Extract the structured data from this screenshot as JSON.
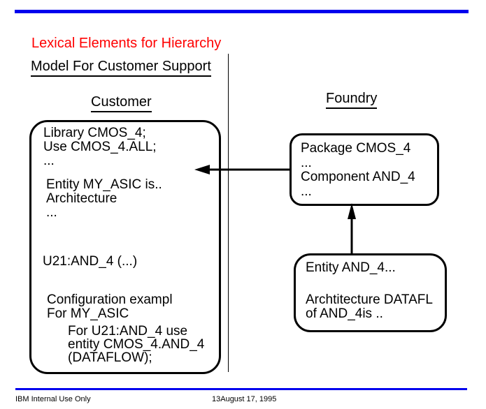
{
  "colors": {
    "accent_blue": "#0000ee",
    "title_red": "#ff0000",
    "ink": "#000000",
    "background": "#ffffff"
  },
  "titles": {
    "main": "Lexical Elements for Hierarchy",
    "subtitle": "Model For Customer Support"
  },
  "columns": {
    "customer_heading": "Customer",
    "foundry_heading": "Foundry"
  },
  "customer_box": {
    "block1": [
      "Library CMOS_4;",
      "Use CMOS_4.ALL;",
      "..."
    ],
    "block2": [
      "Entity MY_ASIC is..",
      "Architecture",
      "..."
    ],
    "block3": [
      "U21:AND_4 (...)"
    ],
    "block4": [
      "Configuration exampl",
      "For MY_ASIC"
    ],
    "block4_indent": [
      "For U21:AND_4 use",
      "entity CMOS_4.AND_4",
      "(DATAFLOW);"
    ]
  },
  "package_box": {
    "lines": [
      "Package CMOS_4",
      "...",
      "Component AND_4",
      "..."
    ]
  },
  "entity_box": {
    "line1": "Entity AND_4...",
    "lines2": [
      "Archtitecture DATAFL",
      "of AND_4is .."
    ]
  },
  "footer": {
    "left": "IBM Internal Use Only",
    "date": "13August 17, 1995"
  }
}
